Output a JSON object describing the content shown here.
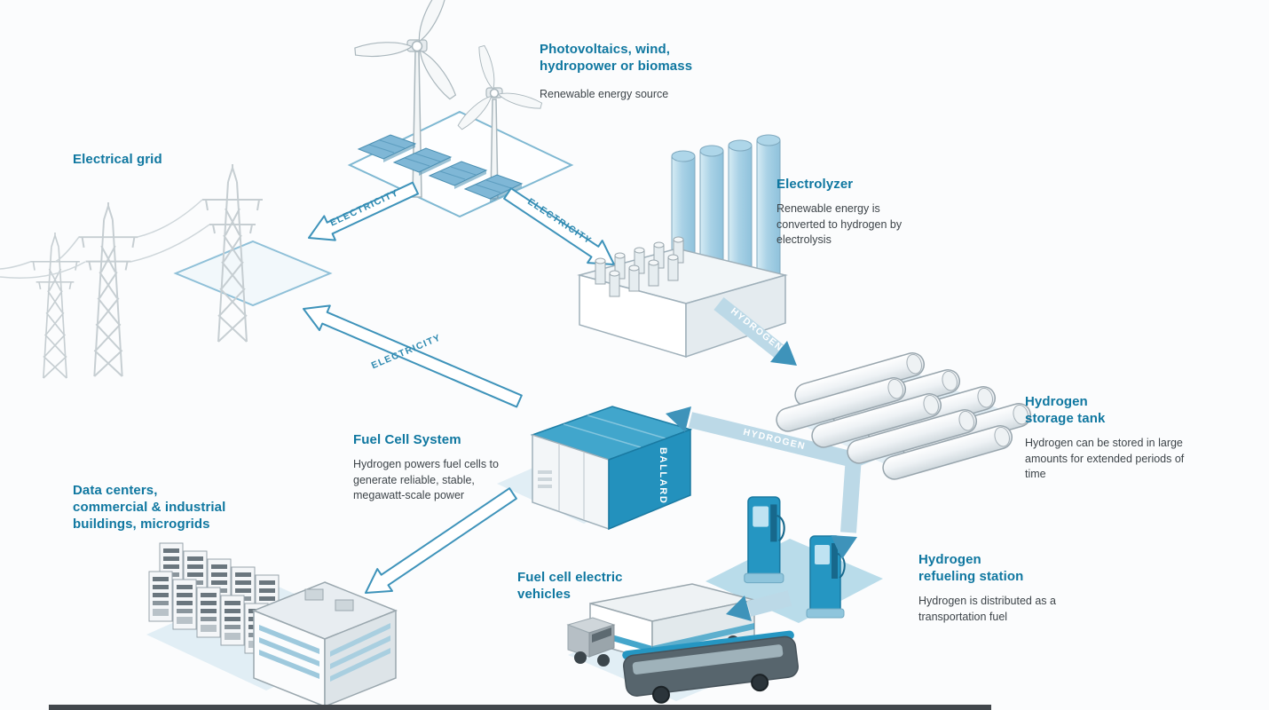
{
  "diagram": {
    "colors": {
      "heading": "#0f77a0",
      "body_text": "#3d4449",
      "flow_band": "#bcd9e7",
      "arrow_solid": "#3e93ba",
      "electricity_text": "#2d89b0",
      "accent_blue": "#2596c2"
    },
    "nodes": {
      "renewables": {
        "title": "Photovoltaics, wind, hydropower or biomass",
        "subtitle": "Renewable energy source"
      },
      "grid": {
        "title": "Electrical grid"
      },
      "electrolyzer": {
        "title": "Electrolyzer",
        "subtitle": "Renewable energy is converted to hydrogen by electrolysis"
      },
      "storage": {
        "title": "Hydrogen storage tank",
        "subtitle": "Hydrogen can be stored in large amounts for extended periods of time"
      },
      "fuel_cell": {
        "title": "Fuel Cell System",
        "subtitle": "Hydrogen powers fuel cells to generate reliable, stable, megawatt-scale power",
        "brand": "BALLARD"
      },
      "data_centers": {
        "title": "Data centers, commercial & industrial buildings, microgrids"
      },
      "vehicles": {
        "title": "Fuel cell electric vehicles"
      },
      "refueling": {
        "title": "Hydrogen refueling station",
        "subtitle": "Hydrogen is distributed as a transportation fuel"
      }
    },
    "flows": {
      "electricity": "ELECTRICITY",
      "hydrogen": "HYDROGEN"
    },
    "edges": [
      {
        "from": "renewables",
        "to": "grid",
        "label": "ELECTRICITY"
      },
      {
        "from": "renewables",
        "to": "electrolyzer",
        "label": "ELECTRICITY"
      },
      {
        "from": "electrolyzer",
        "to": "storage",
        "label": "HYDROGEN"
      },
      {
        "from": "storage",
        "to": "fuel_cell",
        "label": "HYDROGEN"
      },
      {
        "from": "storage",
        "to": "refueling",
        "label": ""
      },
      {
        "from": "fuel_cell",
        "to": "grid",
        "label": "ELECTRICITY"
      },
      {
        "from": "fuel_cell",
        "to": "data_centers",
        "label": ""
      },
      {
        "from": "refueling",
        "to": "vehicles",
        "label": ""
      }
    ]
  }
}
